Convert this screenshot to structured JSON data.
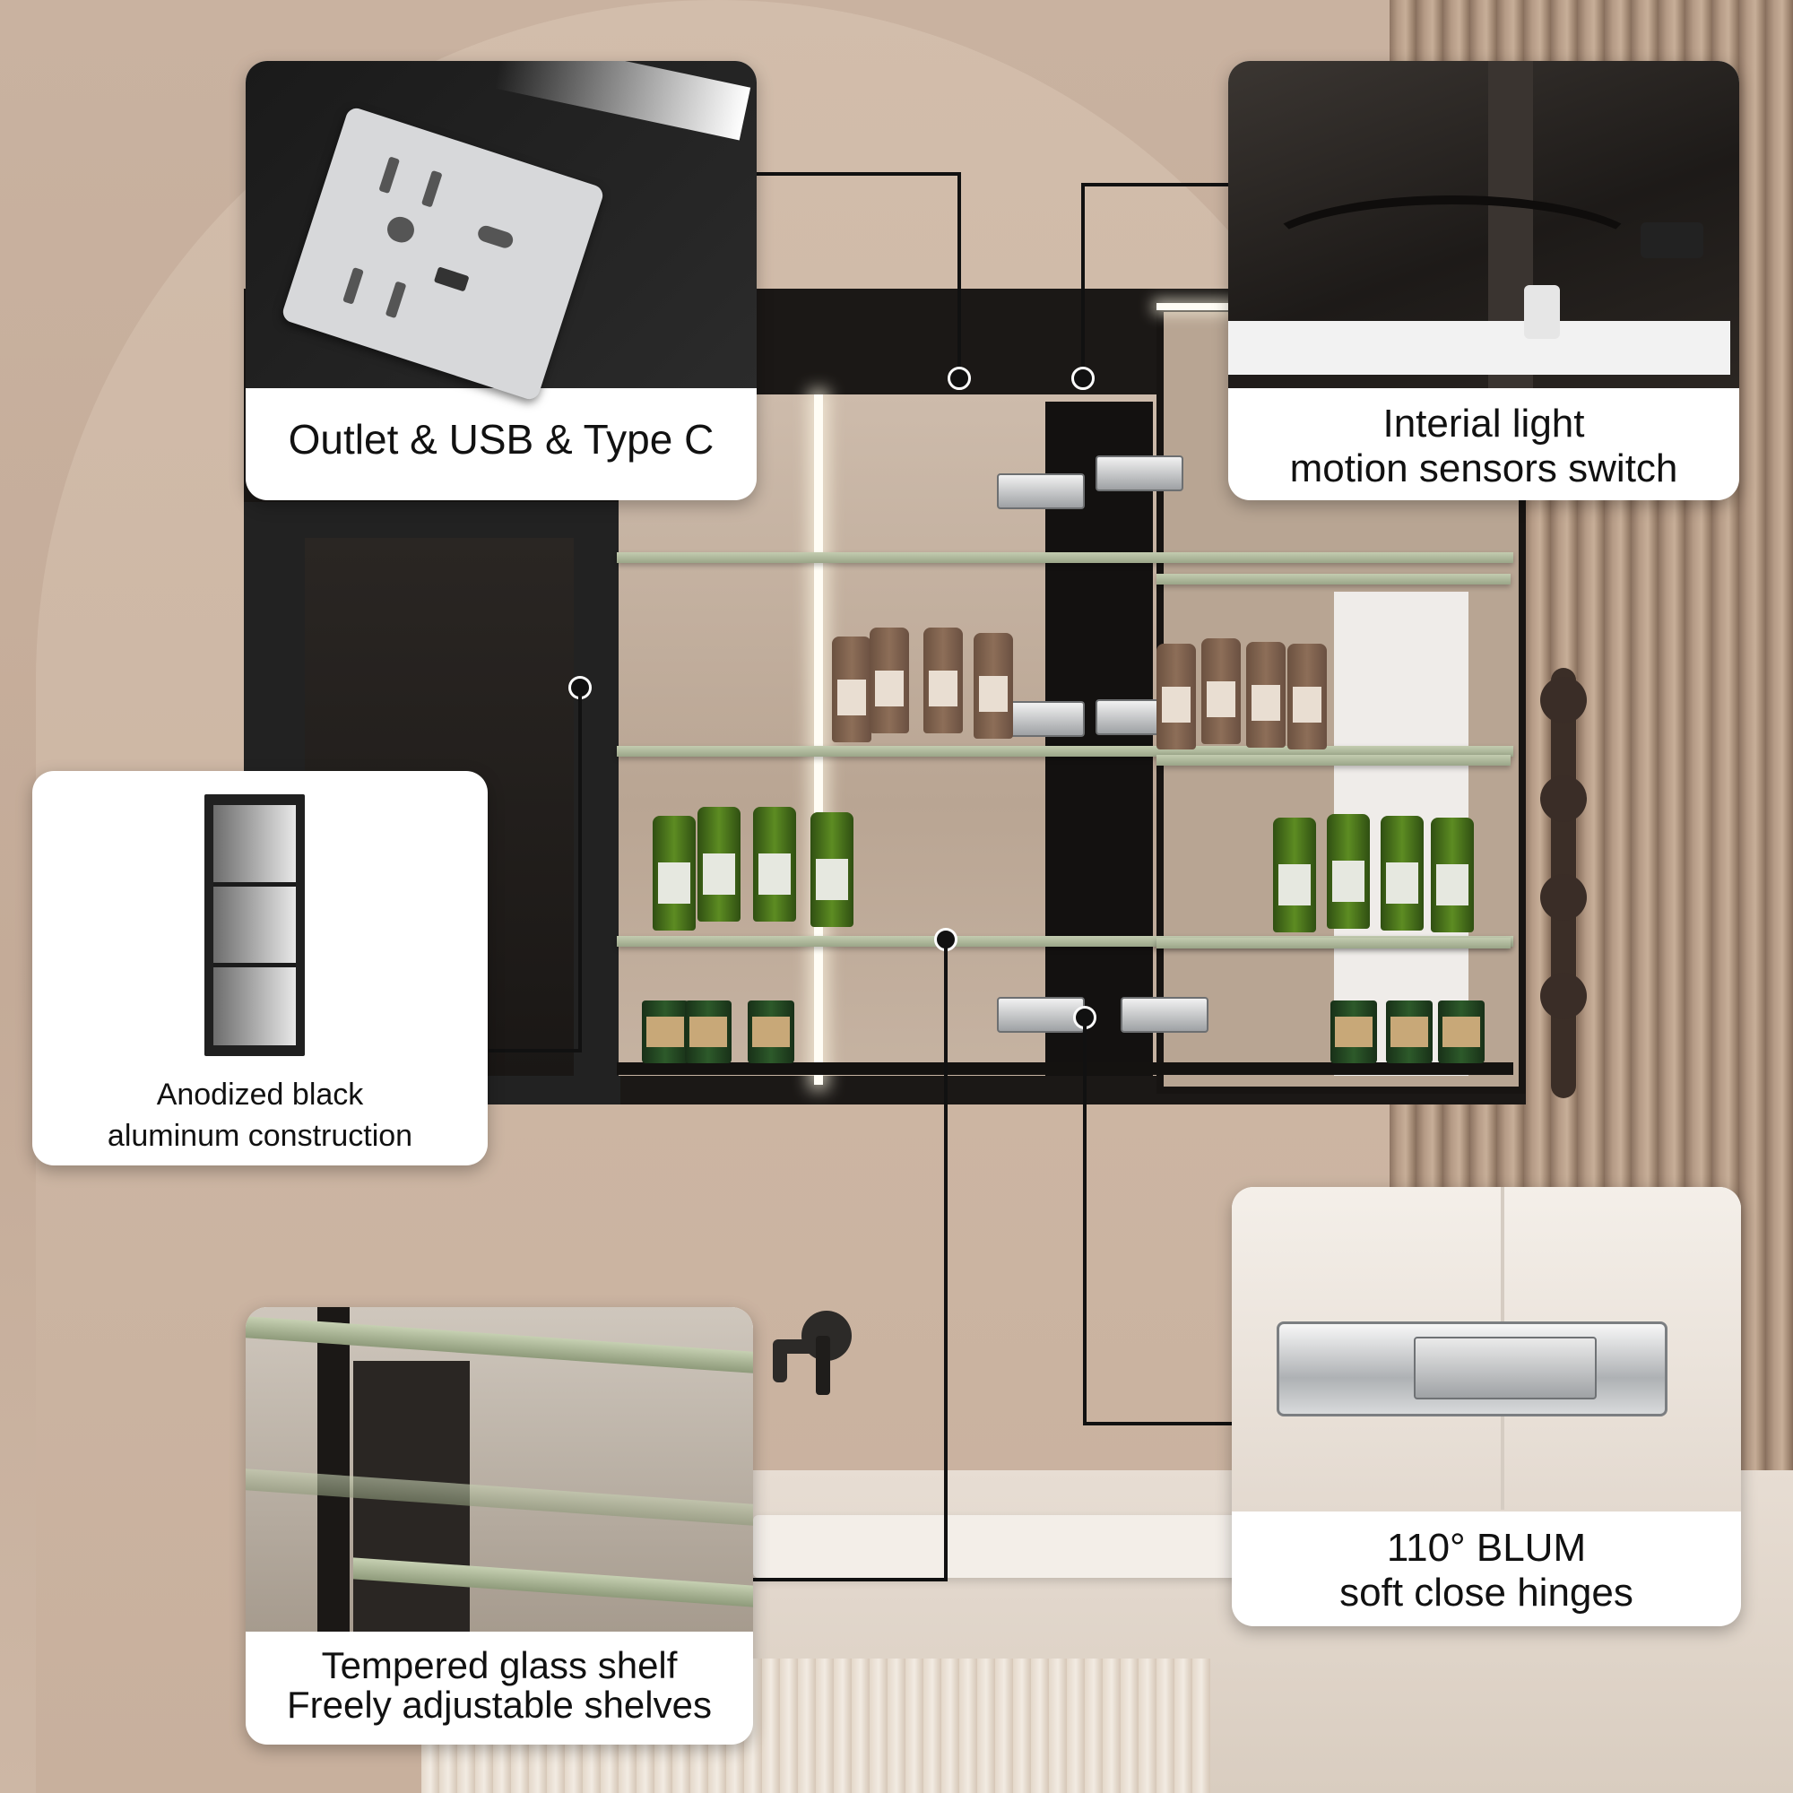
{
  "callouts": {
    "outlet": {
      "caption": "Outlet & USB & Type C"
    },
    "sensor": {
      "caption_line1": "Interial light",
      "caption_line2": "motion sensors switch"
    },
    "construction": {
      "caption_line1": "Anodized black",
      "caption_line2": "aluminum construction"
    },
    "glass": {
      "caption_line1": "Tempered glass shelf",
      "caption_line2": "Freely adjustable shelves"
    },
    "hinge": {
      "caption_line1": "110° BLUM",
      "caption_line2": "soft close hinges"
    }
  },
  "colors": {
    "wall": "#c9b2a0",
    "cabinet_frame": "#1b1816",
    "callout_line": "#111111",
    "card_background": "#ffffff"
  },
  "icons": {
    "outlet": "outlet-icon",
    "sensor": "motion-sensor-icon",
    "hinge": "hinge-icon"
  }
}
